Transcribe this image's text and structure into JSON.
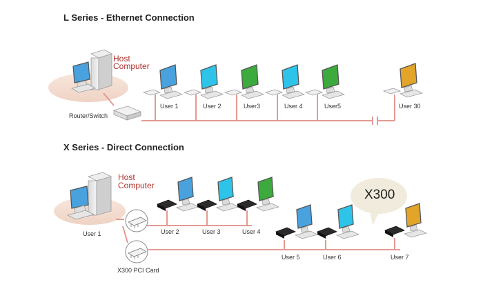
{
  "colors": {
    "cable": "#e39a92",
    "host_text": "#b0322b",
    "monitor_blue": "#49a2dd",
    "monitor_cyan": "#2ec4ea",
    "monitor_green": "#3caa3c",
    "monitor_gold": "#e2a52a",
    "bubble": "#f0ebdc"
  },
  "icons": [
    "computer-tower-icon",
    "monitor-icon",
    "keyboard-icon",
    "router-icon",
    "client-box-icon",
    "x300-box-icon",
    "pci-card-icon",
    "speech-bubble-icon"
  ],
  "l_series": {
    "title": "L Series - Ethernet Connection",
    "host_line1": "Host",
    "host_line2": "Computer",
    "router_label": "Router/Switch",
    "users": [
      "User 1",
      "User 2",
      "User3",
      "User 4",
      "User5",
      "User 30"
    ]
  },
  "x_series": {
    "title": "X Series - Direct Connection",
    "host_line1": "Host",
    "host_line2": "Computer",
    "host_user": "User 1",
    "card_label": "X300 PCI Card",
    "bubble_label": "X300",
    "users": [
      "User 2",
      "User 3",
      "User 4",
      "User 5",
      "User 6",
      "User 7"
    ]
  }
}
